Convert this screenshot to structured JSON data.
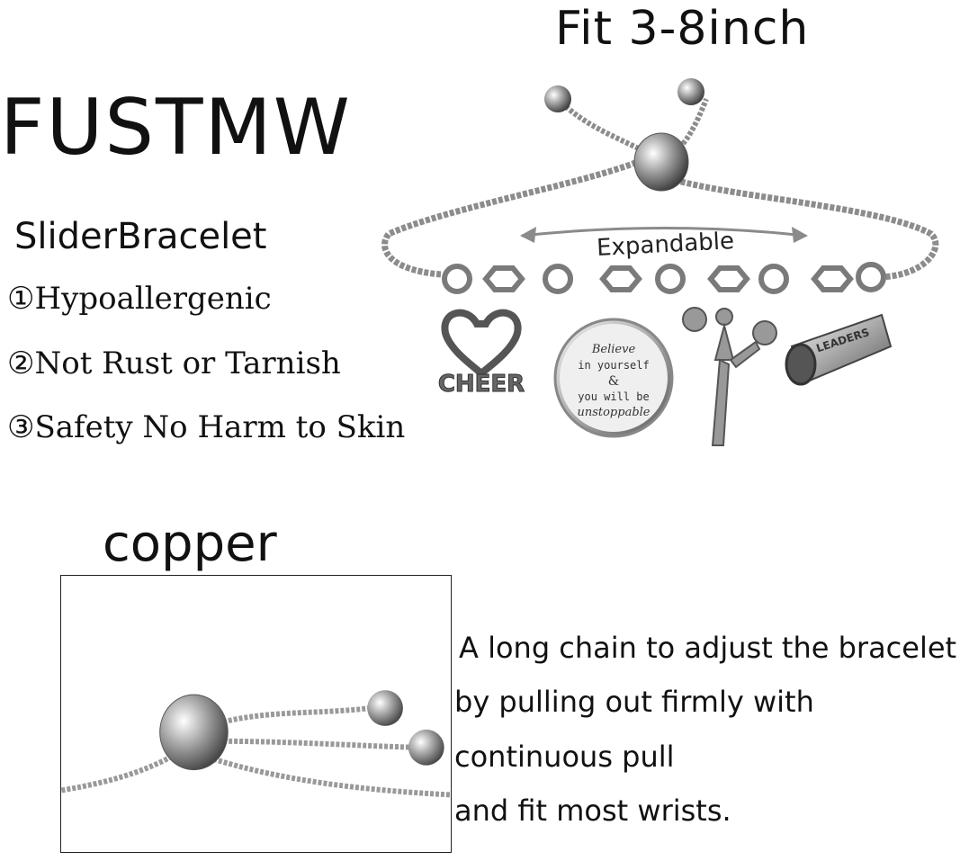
{
  "fit_text": "Fit 3-8inch",
  "brand": "FUSTMW",
  "product": "SliderBracelet",
  "features": [
    "①Hypoallergenic",
    "②Not Rust or Tarnish",
    "③Safety No Harm to Skin"
  ],
  "bracelet_image": {
    "expandable_label": "Expandable",
    "charm_heart_text": "CHEER",
    "charm_disc_lines": [
      "Believe",
      "in yourself",
      "&",
      "you will be",
      "unstoppable"
    ],
    "megaphone_text": "LEADERS"
  },
  "variant_label": "copper",
  "description_lines": [
    "A long chain to adjust the bracelet",
    "by pulling out firmly with",
    "continuous pull",
    "and fit most wrists."
  ]
}
